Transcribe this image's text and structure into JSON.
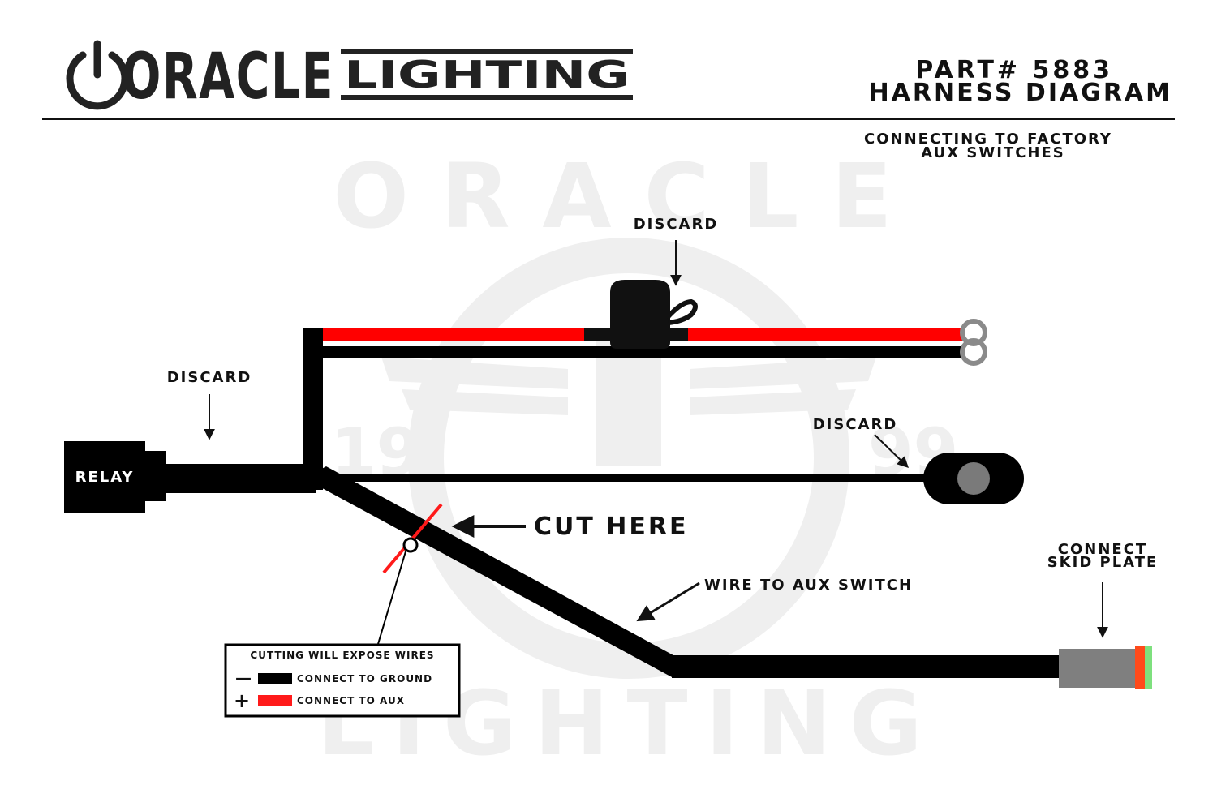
{
  "brand": {
    "name_part1": "ORACLE",
    "name_part2": "LIGHTING"
  },
  "header": {
    "part_line": "PART# 5883",
    "diagram_line": "HARNESS DIAGRAM",
    "subtitle_line1": "CONNECTING TO FACTORY",
    "subtitle_line2": "AUX SWITCHES"
  },
  "watermark": {
    "text_top": "ORACLE",
    "text_bottom": "LIGHTING",
    "year_left": "19",
    "year_right": "99"
  },
  "labels": {
    "discard_fuse": "DISCARD",
    "discard_relay": "DISCARD",
    "discard_switch": "DISCARD",
    "relay": "RELAY",
    "cut_here": "CUT HERE",
    "wire_to_aux": "WIRE TO AUX SWITCH",
    "connect_skid_line1": "CONNECT",
    "connect_skid_line2": "SKID PLATE"
  },
  "legend": {
    "title": "CUTTING WILL EXPOSE WIRES",
    "ground_symbol": "—",
    "ground_text": "CONNECT TO GROUND",
    "aux_symbol": "+",
    "aux_text": "CONNECT TO AUX"
  },
  "colors": {
    "wire_black": "#000000",
    "wire_red": "#ff0000",
    "ring_gray": "#8a8a8a",
    "connector_gray": "#7f7f7f",
    "connector_orange": "#ff4a1a",
    "connector_green": "#7ee07e",
    "watermark": "#efefef"
  }
}
